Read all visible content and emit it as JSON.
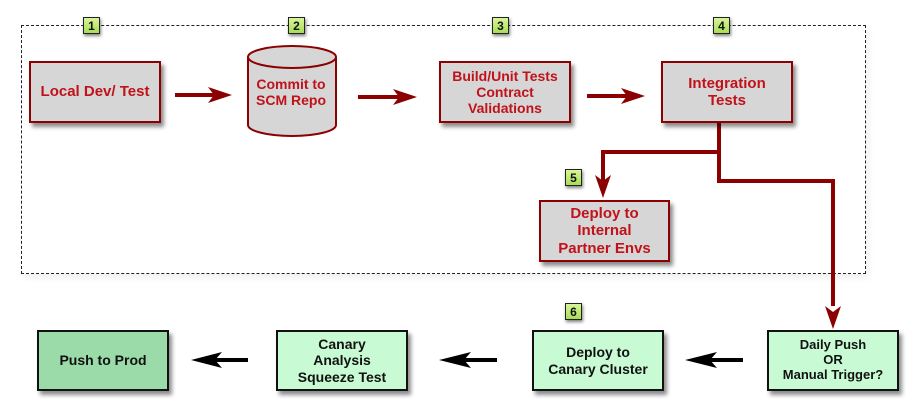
{
  "diagram": {
    "title": "",
    "colors": {
      "stage_fill_red": "#d6d6d6",
      "stage_border_red": "#8b0000",
      "stage_text_red": "#c0121a",
      "stage_fill_green_light": "#c8fbd4",
      "stage_fill_green_dark": "#9bdba9",
      "badge_fill": "#c4ec7a",
      "arrow_red": "#8b0000",
      "arrow_black": "#000000"
    },
    "badges": [
      "1",
      "2",
      "3",
      "4",
      "5",
      "6"
    ],
    "nodes": [
      {
        "id": "local-dev",
        "badge": "1",
        "shape": "rectangle",
        "lines": [
          "Local Dev/ Test"
        ]
      },
      {
        "id": "commit-scm",
        "badge": "2",
        "shape": "cylinder",
        "lines": [
          "Commit to",
          "SCM Repo"
        ]
      },
      {
        "id": "build-unit",
        "badge": "3",
        "shape": "rectangle",
        "lines": [
          "Build/Unit Tests",
          "Contract",
          "Validations"
        ]
      },
      {
        "id": "integration",
        "badge": "4",
        "shape": "rectangle",
        "lines": [
          "Integration",
          "Tests"
        ]
      },
      {
        "id": "deploy-internal",
        "badge": "5",
        "shape": "rectangle",
        "lines": [
          "Deploy to",
          "Internal",
          "Partner Envs"
        ]
      },
      {
        "id": "daily-push",
        "badge": "",
        "shape": "rectangle",
        "lines": [
          "Daily Push",
          "OR",
          "Manual Trigger?"
        ]
      },
      {
        "id": "deploy-canary",
        "badge": "6",
        "shape": "rectangle",
        "lines": [
          "Deploy to",
          "Canary Cluster"
        ]
      },
      {
        "id": "canary-analysis",
        "badge": "",
        "shape": "rectangle",
        "lines": [
          "Canary",
          "Analysis",
          "Squeeze Test"
        ]
      },
      {
        "id": "push-prod",
        "badge": "",
        "shape": "rectangle",
        "lines": [
          "Push to Prod"
        ]
      }
    ],
    "labels": {
      "local_dev": "Local Dev/ Test",
      "commit_scm": "Commit to\nSCM Repo",
      "build_unit": "Build/Unit Tests\nContract\nValidations",
      "integration": "Integration\nTests",
      "deploy_internal": "Deploy to\nInternal\nPartner Envs",
      "daily_push": "Daily Push\nOR\nManual Trigger?",
      "deploy_canary": "Deploy to\nCanary Cluster",
      "canary_analysis": "Canary\nAnalysis\nSqueeze Test",
      "push_prod": "Push to Prod"
    },
    "edges": [
      {
        "from": "local-dev",
        "to": "commit-scm",
        "color": "red"
      },
      {
        "from": "commit-scm",
        "to": "build-unit",
        "color": "red"
      },
      {
        "from": "build-unit",
        "to": "integration",
        "color": "red"
      },
      {
        "from": "integration",
        "to": "deploy-internal",
        "color": "red"
      },
      {
        "from": "integration",
        "to": "daily-push",
        "color": "red"
      },
      {
        "from": "daily-push",
        "to": "deploy-canary",
        "color": "black"
      },
      {
        "from": "deploy-canary",
        "to": "canary-analysis",
        "color": "black"
      },
      {
        "from": "canary-analysis",
        "to": "push-prod",
        "color": "black"
      }
    ],
    "group": {
      "style": "dashed",
      "contains": [
        "local-dev",
        "commit-scm",
        "build-unit",
        "integration",
        "deploy-internal"
      ]
    }
  }
}
